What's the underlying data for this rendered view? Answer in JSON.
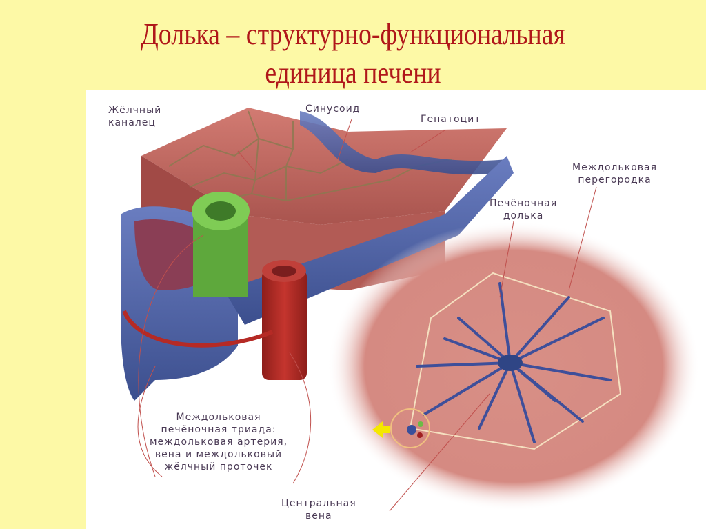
{
  "slide": {
    "title_line1": "Долька – структурно-функциональная",
    "title_line2": "единица печени",
    "background_color": "#fdf9a6",
    "title_color": "#b0171a"
  },
  "diagram": {
    "labels": {
      "bile_canaliculus": "Жёлчный\nканалец",
      "sinusoid": "Синусоид",
      "hepatocyte": "Гепатоцит",
      "interlobular_septum": "Междольковая\nперегородка",
      "hepatic_lobule": "Печёночная\nдолька",
      "portal_triad": "Междольковая\nпечёночная триада:\nмеждольковая артерия,\nвена и междольковый\nжёлчный проточек",
      "central_vein": "Центральная\nвена"
    },
    "colors": {
      "hepatocyte": "#c8706a",
      "vein": "#4a5fa0",
      "artery": "#b52a25",
      "bile_duct": "#6dbb45",
      "lobule_bg": "#d99a90",
      "label_text": "#4a3a55",
      "leader_line": "#c0504d",
      "highlight_arrow": "#f5e800"
    }
  }
}
